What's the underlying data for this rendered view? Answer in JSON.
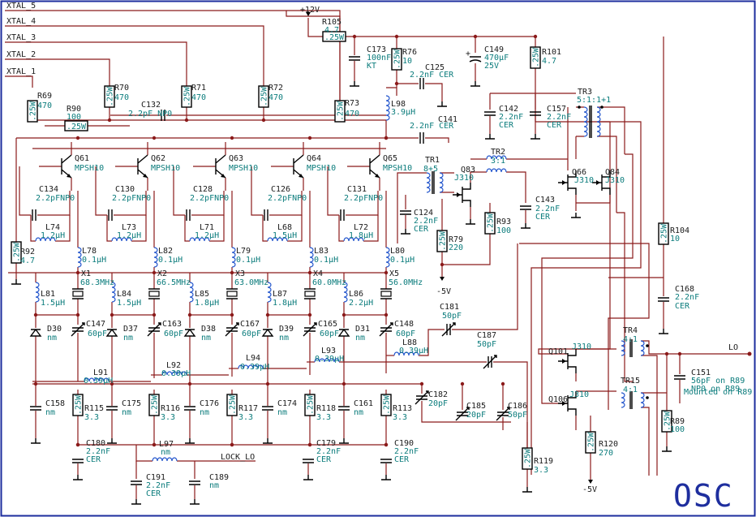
{
  "title": "OSC",
  "nets": {
    "xtal": [
      "XTAL_5",
      "XTAL_4",
      "XTAL_3",
      "XTAL_2",
      "XTAL_1"
    ],
    "supply_pos": "+12V",
    "supply_neg_1": "-5V",
    "supply_neg_2": "-5V",
    "lock": "LOCK_LO",
    "out": "LO"
  },
  "oscillators": [
    {
      "r_base": "R69",
      "r_base_v": "470",
      "q": "Q61",
      "q_type": "MPSH10",
      "c_fb": "C134",
      "c_fb_v": "2.2pFNP0",
      "l_coil": "L74",
      "l_coil_v": "1.2µH",
      "l_rf": "L78",
      "l_rf_v": "0.1µH",
      "xtal": "X1",
      "xtal_f": "68.3MHz",
      "l_sh": "L81",
      "l_sh_v": "1.5µH",
      "diode": "D30",
      "diode_v": "nm",
      "c_trim": "C147",
      "c_trim_v": "60pF",
      "c_bot": "C158",
      "c_bot_v": "nm",
      "r_bot": "R115",
      "r_bot_v": "3.3"
    },
    {
      "r_base": "R70",
      "r_base_v": "470",
      "q": "Q62",
      "q_type": "MPSH10",
      "c_fb": "C130",
      "c_fb_v": "2.2pFNP0",
      "l_coil": "L73",
      "l_coil_v": "1.2µH",
      "l_rf": "L82",
      "l_rf_v": "0.1µH",
      "xtal": "X2",
      "xtal_f": "66.5MHz",
      "l_sh": "L84",
      "l_sh_v": "1.5µH",
      "diode": "D37",
      "diode_v": "nm",
      "c_trim": "C163",
      "c_trim_v": "60pF",
      "c_bot": "C175",
      "c_bot_v": "nm",
      "r_bot": "R116",
      "r_bot_v": "3.3"
    },
    {
      "r_base": "R71",
      "r_base_v": "470",
      "q": "Q63",
      "q_type": "MPSH10",
      "c_fb": "C128",
      "c_fb_v": "2.2pFNP0",
      "l_coil": "L71",
      "l_coil_v": "1.2µH",
      "l_rf": "L79",
      "l_rf_v": "0.1µH",
      "xtal": "X3",
      "xtal_f": "63.0MHz",
      "l_sh": "L85",
      "l_sh_v": "1.8µH",
      "diode": "D38",
      "diode_v": "nm",
      "c_trim": "C167",
      "c_trim_v": "60pF",
      "c_bot": "C176",
      "c_bot_v": "nm",
      "r_bot": "R117",
      "r_bot_v": "3.3"
    },
    {
      "r_base": "R72",
      "r_base_v": "470",
      "q": "Q64",
      "q_type": "MPSH10",
      "c_fb": "C126",
      "c_fb_v": "2.2pFNP0",
      "l_coil": "L68",
      "l_coil_v": "1.5µH",
      "l_rf": "L83",
      "l_rf_v": "0.1µH",
      "xtal": "X4",
      "xtal_f": "60.0MHz",
      "l_sh": "L87",
      "l_sh_v": "1.8µH",
      "diode": "D39",
      "diode_v": "nm",
      "c_trim": "C165",
      "c_trim_v": "60pF",
      "c_bot": "C174",
      "c_bot_v": "nm",
      "r_bot": "R118",
      "r_bot_v": "3.3"
    },
    {
      "r_base": "R73",
      "r_base_v": "470",
      "q": "Q65",
      "q_type": "MPSH10",
      "c_fb": "C131",
      "c_fb_v": "2.2pFNP0",
      "l_coil": "L72",
      "l_coil_v": "1.8µH",
      "l_rf": "L80",
      "l_rf_v": "0.1µH",
      "xtal": "X5",
      "xtal_f": "56.0MHz",
      "l_sh": "L86",
      "l_sh_v": "2.2µH",
      "diode": "D31",
      "diode_v": "nm",
      "c_trim": "C148",
      "c_trim_v": "60pF",
      "c_bot": "C161",
      "c_bot_v": "nm",
      "r_bot": "R113",
      "r_bot_v": "3.3"
    }
  ],
  "parts": {
    "R92": {
      "ref": "R92",
      "val": "4.7"
    },
    "R90": {
      "ref": "R90",
      "val": "100",
      "rating": ".25W"
    },
    "C132": {
      "ref": "C132",
      "val": "2.2pF NP0"
    },
    "R105": {
      "ref": "R105",
      "val": "4.7",
      "rating": ".25W"
    },
    "C173": {
      "ref": "C173",
      "val": "100nF",
      "val2": "KT"
    },
    "R76": {
      "ref": "R76",
      "val": "10"
    },
    "C125": {
      "ref": "C125",
      "val": "2.2nF CER"
    },
    "C149": {
      "ref": "C149",
      "val": "470µF",
      "val2": "25V"
    },
    "R101": {
      "ref": "R101",
      "val": "4.7"
    },
    "L98": {
      "ref": "L98",
      "val": "3.9µH"
    },
    "C141": {
      "ref": "C141",
      "val": "2.2nF CER"
    },
    "C142": {
      "ref": "C142",
      "val": "2.2nF",
      "val2": "CER"
    },
    "C157": {
      "ref": "C157",
      "val": "2.2nF",
      "val2": "CER"
    },
    "TR3": {
      "ref": "TR3",
      "val": "5:1:1+1"
    },
    "TR1": {
      "ref": "TR1",
      "val": "8+5"
    },
    "Q83": {
      "ref": "Q83",
      "val": "J310"
    },
    "TR2": {
      "ref": "TR2",
      "val": "3:1"
    },
    "Q66": {
      "ref": "Q66",
      "val": "J310"
    },
    "Q84": {
      "ref": "Q84",
      "val": "J310"
    },
    "C124": {
      "ref": "C124",
      "val": "2.2nF",
      "val2": "CER"
    },
    "C143": {
      "ref": "C143",
      "val": "2.2nF",
      "val2": "CER"
    },
    "R93": {
      "ref": "R93",
      "val": "100"
    },
    "R79": {
      "ref": "R79",
      "val": "220"
    },
    "R104": {
      "ref": "R104",
      "val": "10"
    },
    "C168": {
      "ref": "C168",
      "val": "2.2nF",
      "val2": "CER"
    },
    "C181": {
      "ref": "C181",
      "val": "50pF"
    },
    "C187": {
      "ref": "C187",
      "val": "50pF"
    },
    "L88": {
      "ref": "L88",
      "val": "0.39µH"
    },
    "L91": {
      "ref": "L91",
      "val": "0.39µH"
    },
    "L92": {
      "ref": "L92",
      "val": "0.39µH"
    },
    "L94": {
      "ref": "L94",
      "val": "0.39µH"
    },
    "L93": {
      "ref": "L93",
      "val": "0.39µH"
    },
    "C182": {
      "ref": "C182",
      "val": "20pF"
    },
    "C185": {
      "ref": "C185",
      "val": "20pF"
    },
    "C186": {
      "ref": "C186",
      "val": "50pF"
    },
    "C180": {
      "ref": "C180",
      "val": "2.2nF",
      "val2": "CER"
    },
    "C179": {
      "ref": "C179",
      "val": "2.2nF",
      "val2": "CER"
    },
    "C190": {
      "ref": "C190",
      "val": "2.2nF",
      "val2": "CER"
    },
    "L97": {
      "ref": "L97",
      "val": "nm"
    },
    "C191": {
      "ref": "C191",
      "val": "2.2nF",
      "val2": "CER"
    },
    "C189": {
      "ref": "C189",
      "val": "nm"
    },
    "R119": {
      "ref": "R119",
      "val": "3.3"
    },
    "Q101": {
      "ref": "Q101",
      "val": "J310"
    },
    "Q106": {
      "ref": "Q106",
      "val": "J310"
    },
    "TR4": {
      "ref": "TR4",
      "val": "4:1"
    },
    "TR15": {
      "ref": "TR15",
      "val": "4:1"
    },
    "C151": {
      "ref": "C151",
      "val": "56pF on R89",
      "val2": "NP0 on R89",
      "val3": "Mounted on R89"
    },
    "R89": {
      "ref": "R89",
      "val": "100"
    },
    "R120": {
      "ref": "R120",
      "val": "270"
    }
  },
  "resistor_rating": ".25W"
}
